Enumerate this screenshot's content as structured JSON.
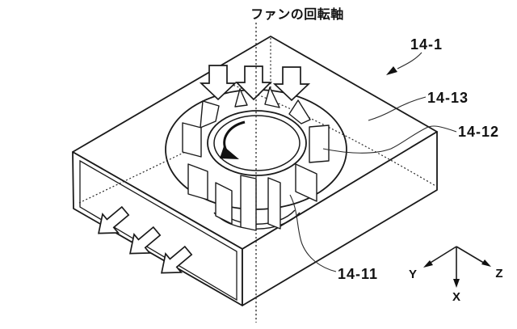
{
  "figure": {
    "title": "ファンの回転軸",
    "background": "#ffffff",
    "line_color": "#1a1a1a",
    "labels": {
      "part_14_1": "14-1",
      "part_14_13": "14-13",
      "part_14_12": "14-12",
      "part_14_11": "14-11"
    },
    "axes": {
      "x": "X",
      "y": "Y",
      "z": "Z"
    }
  }
}
